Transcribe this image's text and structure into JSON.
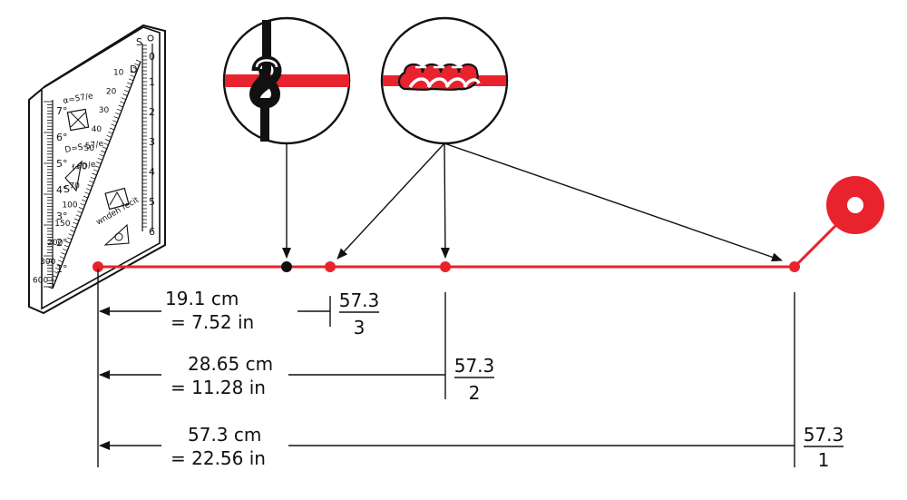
{
  "colors": {
    "rope": "#e8232e",
    "ink": "#111111",
    "plate": "#ffffff"
  },
  "icons": {
    "plate": "measuring-plate-icon",
    "knot_single": "single-knot-icon",
    "knot_chain": "chain-knot-icon",
    "target": "target-disc-icon"
  },
  "plate": {
    "maker": "wndeh fecit",
    "formula_top": "α=57/e",
    "formula_mid": "D=S·57/e",
    "formula_low": "f=D/e",
    "s_label": "S",
    "d_label": "D",
    "top_s": "S",
    "top_zero": "0",
    "degrees": [
      "7°",
      "6°",
      "5°",
      "4°",
      "3°",
      "2°",
      "1°"
    ],
    "right_scale": [
      "1",
      "2",
      "3",
      "4",
      "5",
      "6"
    ],
    "diag_scale": [
      "10",
      "20",
      "30",
      "40",
      "50",
      "60",
      "70",
      "100",
      "150",
      "200",
      "300",
      "600"
    ]
  },
  "measurements": [
    {
      "cm": "19.1   cm",
      "inch": "=  7.52 in",
      "num": "57.3",
      "den": "3"
    },
    {
      "cm": "28.65 cm",
      "inch": "= 11.28 in",
      "num": "57.3",
      "den": "2"
    },
    {
      "cm": "57.3   cm",
      "inch": "= 22.56 in",
      "num": "57.3",
      "den": "1"
    }
  ]
}
